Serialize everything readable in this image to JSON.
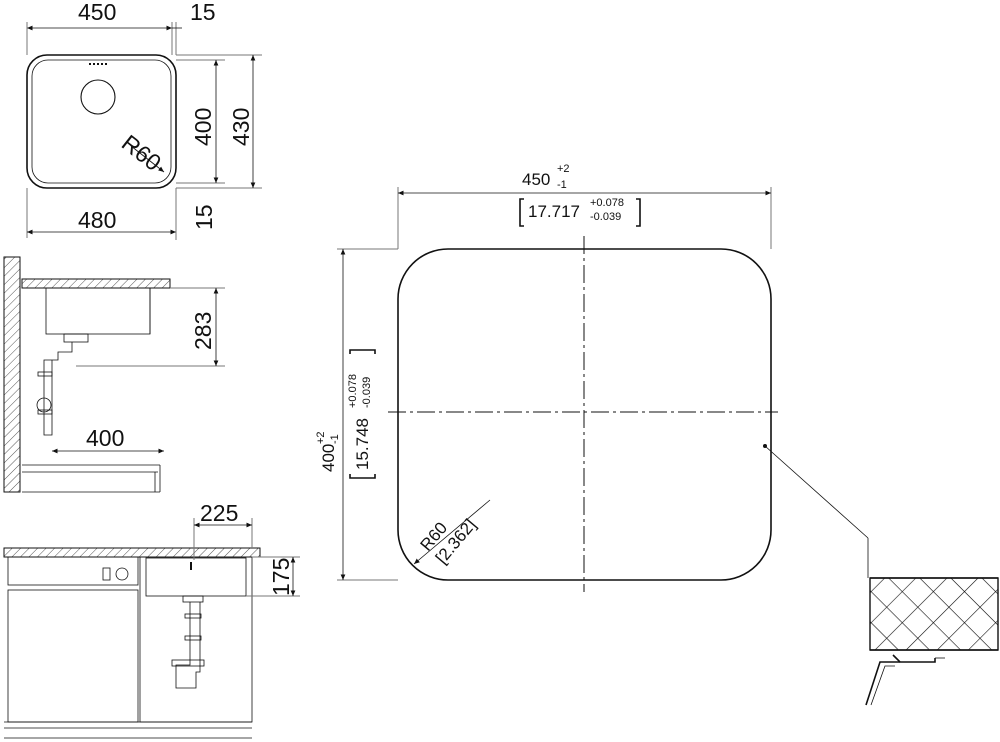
{
  "top_view": {
    "width_inner": "450",
    "wall_top": "15",
    "height_inner": "400",
    "height_outer": "430",
    "radius": "R60",
    "width_outer": "480",
    "wall_bottom": "15"
  },
  "side_view": {
    "depth": "283",
    "width": "400"
  },
  "front_view": {
    "offset": "225",
    "height": "175"
  },
  "cutout": {
    "width_mm": "450",
    "width_tol_plus": "+2",
    "width_tol_minus": "-1",
    "width_in": "17.717",
    "width_in_plus": "+0.078",
    "width_in_minus": "-0.039",
    "height_mm": "400",
    "height_tol_plus": "+2",
    "height_tol_minus": "-1",
    "height_in": "15.748",
    "height_in_plus": "+0.078",
    "height_in_minus": "-0.039",
    "radius_mm": "R60",
    "radius_in": "[2.362]"
  }
}
